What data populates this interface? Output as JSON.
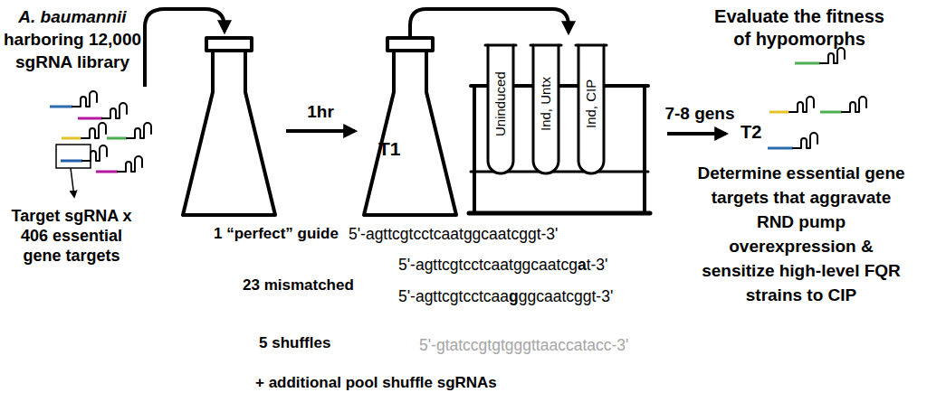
{
  "diagram": {
    "nodes": [
      {
        "text": []
      },
      {
        "text": [
          "T1"
        ]
      },
      {
        "text": []
      },
      {
        "text": [
          "Uninduced"
        ],
        "in": 2
      },
      {
        "text": [
          "Ind, Untx"
        ],
        "in": 2
      },
      {
        "text": [
          "Ind, CIP"
        ],
        "in": 2
      }
    ],
    "edges": [
      {
        "from": 0,
        "to": 1,
        "label": "1hr",
        "arrow": "to"
      },
      {
        "from": 1,
        "to": 2,
        "arrow": "to"
      }
    ],
    "labels": [
      "A. baumannii",
      "harboring 12,000 sgRNA library",
      "Target sgRNA x 406 essential gene targets",
      "Evaluate the fitness of hypomorphs",
      "1 “perfect” guide",
      "5'-agttcgtcctcaatggcaatcggt-3'",
      "23 mismatched",
      "5'-agttcgtcctcaatggcaatcgat-3'",
      "5'-agttcgtcctcaagggcaatcggt-3'",
      "5 shuffles",
      "5'-gtatccgtgtgggttaaccatacc-3'",
      "+ additional pool shuffle sgRNAs",
      "7-8 gens",
      "T2",
      "Determine essential gene targets that aggravate RND pump overexpression & sensitize high-level FQR strains to CIP"
    ]
  }
}
